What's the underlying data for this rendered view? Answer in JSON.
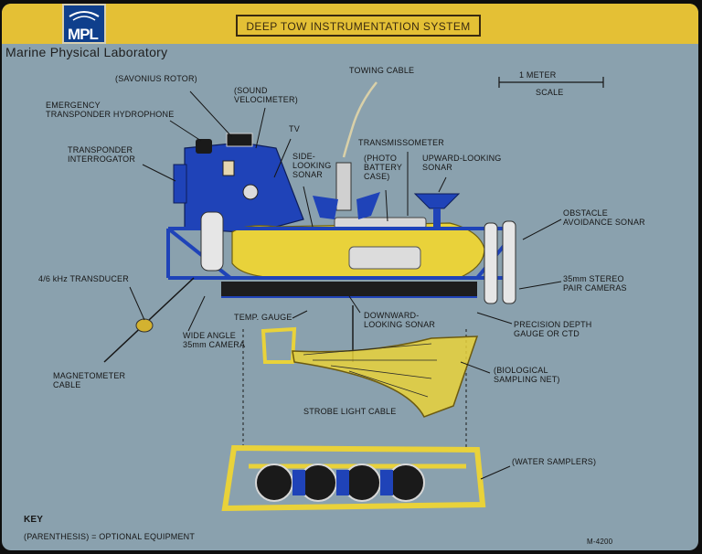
{
  "header": {
    "logo_text": "MPL",
    "title": "DEEP TOW INSTRUMENTATION SYSTEM",
    "organization": "Marine Physical Laboratory"
  },
  "scale": {
    "length": "1 METER",
    "caption": "SCALE"
  },
  "labels": {
    "savonius_rotor": "(SAVONIUS ROTOR)",
    "sound_velocimeter": [
      "(SOUND",
      "VELOCIMETER)"
    ],
    "towing_cable": "TOWING CABLE",
    "emergency_transponder": [
      "EMERGENCY",
      "TRANSPONDER HYDROPHONE"
    ],
    "tv": "TV",
    "transmissometer": "TRANSMISSOMETER",
    "transponder_interrogator": [
      "TRANSPONDER",
      "INTERROGATOR"
    ],
    "side_looking_sonar": [
      "SIDE-",
      "LOOKING",
      "SONAR"
    ],
    "photo_battery_case": [
      "(PHOTO",
      "BATTERY",
      "CASE)"
    ],
    "upward_looking_sonar": [
      "UPWARD-LOOKING",
      "SONAR"
    ],
    "obstacle_avoidance_sonar": [
      "OBSTACLE",
      "AVOIDANCE SONAR"
    ],
    "transducer": "4/6 kHz TRANSDUCER",
    "stereo_cameras": [
      "35mm STEREO",
      "PAIR CAMERAS"
    ],
    "temp_gauge": "TEMP. GAUGE",
    "downward_looking_sonar": [
      "DOWNWARD-",
      "LOOKING SONAR"
    ],
    "precision_depth_gauge": [
      "PRECISION DEPTH",
      "GAUGE OR CTD"
    ],
    "wide_angle_camera": [
      "WIDE ANGLE",
      "35mm CAMERA"
    ],
    "magnetometer_cable": [
      "MAGNETOMETER",
      "CABLE"
    ],
    "biological_sampling_net": [
      "(BIOLOGICAL",
      "SAMPLING NET)"
    ],
    "strobe_light_cable": "STROBE LIGHT CABLE",
    "water_samplers": "(WATER SAMPLERS)"
  },
  "key": {
    "heading": "KEY",
    "entry": "(PARENTHESIS) = OPTIONAL EQUIPMENT"
  },
  "figure_number": "M-4200",
  "colors": {
    "background": "#8aa1ae",
    "banner": "#e4c035",
    "frame_blue": "#1f43b8",
    "hull_yellow": "#e9d23a",
    "dark_outline": "#161616"
  }
}
